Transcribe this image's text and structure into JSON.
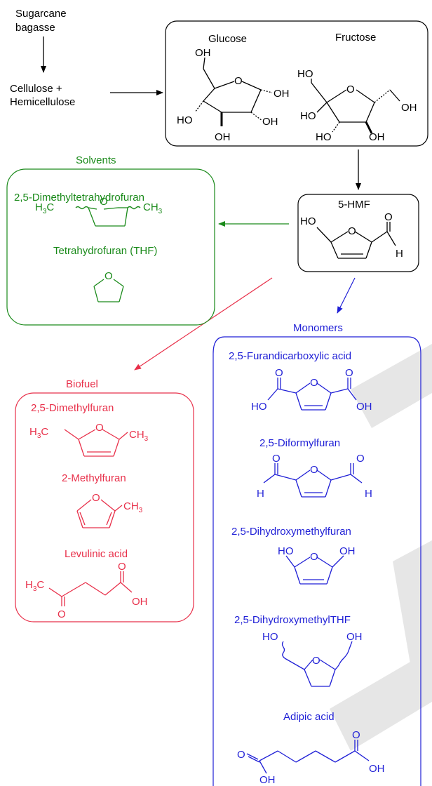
{
  "colors": {
    "black": "#000000",
    "solvents": "#1a8a1a",
    "biofuel": "#e8304a",
    "monomers": "#1f1fd6",
    "watermark": "#e6e6e6"
  },
  "source": {
    "line1": "Sugarcane",
    "line2": "bagasse"
  },
  "intermediate": {
    "line1": "Cellulose +",
    "line2": "Hemicellulose"
  },
  "sugars": {
    "glucose": "Glucose",
    "fructose": "Fructose"
  },
  "hmf": {
    "title": "5-HMF"
  },
  "solvents": {
    "title": "Solvents",
    "items": [
      "2,5-Dimethyltetrahydrofuran",
      "Tetrahydrofuran (THF)"
    ]
  },
  "biofuel": {
    "title": "Biofuel",
    "items": [
      "2,5-Dimethylfuran",
      "2-Methylfuran",
      "Levulinic acid"
    ]
  },
  "monomers": {
    "title": "Monomers",
    "items": [
      "2,5-Furandicarboxylic acid",
      "2,5-Diformylfuran",
      "2,5-Dihydroxymethylfuran",
      "2,5-DihydroxymethylTHF",
      "Adipic acid"
    ]
  },
  "atoms": {
    "OH": "OH",
    "HO": "HO",
    "O": "O",
    "H": "H",
    "H3C": "H3C",
    "CH3": "CH3"
  }
}
